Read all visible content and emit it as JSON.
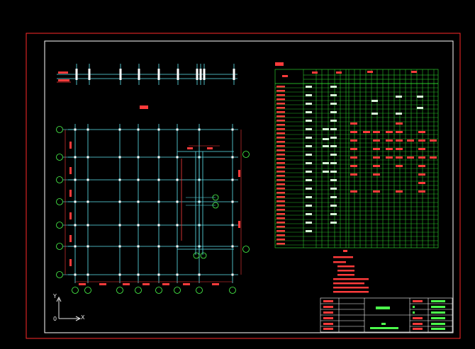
{
  "colors": {
    "frame": "#ff2a2a",
    "inner_frame": "#ffffff",
    "grid": "#5fe6f2",
    "table": "#32e632",
    "text_red": "#ff3b3b",
    "text_green": "#4cff4c",
    "fill_block": "#d8f5d8",
    "ucs": "#e8e8e8"
  },
  "ucs": {
    "x_label": "X",
    "y_label": "Y",
    "origin_label": "0"
  },
  "icons": [
    "ucs-axis-icon"
  ]
}
